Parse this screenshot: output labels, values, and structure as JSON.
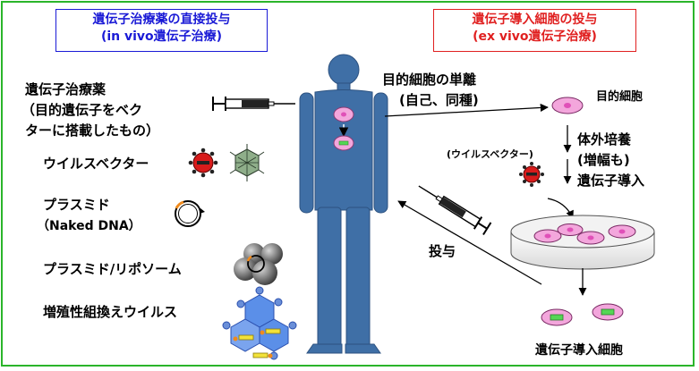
{
  "in_vivo_box": {
    "title": "遺伝子治療薬の直接投与",
    "subtitle": "(in vivo遺伝子治療)"
  },
  "ex_vivo_box": {
    "title": "遺伝子導入細胞の投与",
    "subtitle": "(ex vivo遺伝子治療)"
  },
  "left_panel": {
    "drug_line1": "遺伝子治療薬",
    "drug_line2": "（目的遺伝子をベク",
    "drug_line3": "ターに搭載したもの）",
    "virus_vector": "ウイルスベクター",
    "plasmid": "プラスミド",
    "naked_dna": "（Naked DNA）",
    "plasmid_liposome": "プラスミド/リポソーム",
    "replicating_virus": "増殖性組換えウイルス"
  },
  "right_panel": {
    "isolation_line1": "目的細胞の単離",
    "isolation_line2": "(自己、同種)",
    "target_cell": "目的細胞",
    "culture_line1": "体外培養",
    "culture_line2": "(増幅も)",
    "virus_vector_small": "(ウイルスベクター)",
    "gene_transfer": "遺伝子導入",
    "administration": "投与",
    "transduced_cells": "遺伝子導入細胞"
  },
  "colors": {
    "frame_green": "#2bb52b",
    "in_vivo_blue": "#1a1ad6",
    "ex_vivo_red": "#e02020",
    "body_blue": "#3f6fa6",
    "cell_pink": "#f3a6dc",
    "virus_red": "#d81b1b",
    "hexagon_blue": "#5b8fe8"
  }
}
